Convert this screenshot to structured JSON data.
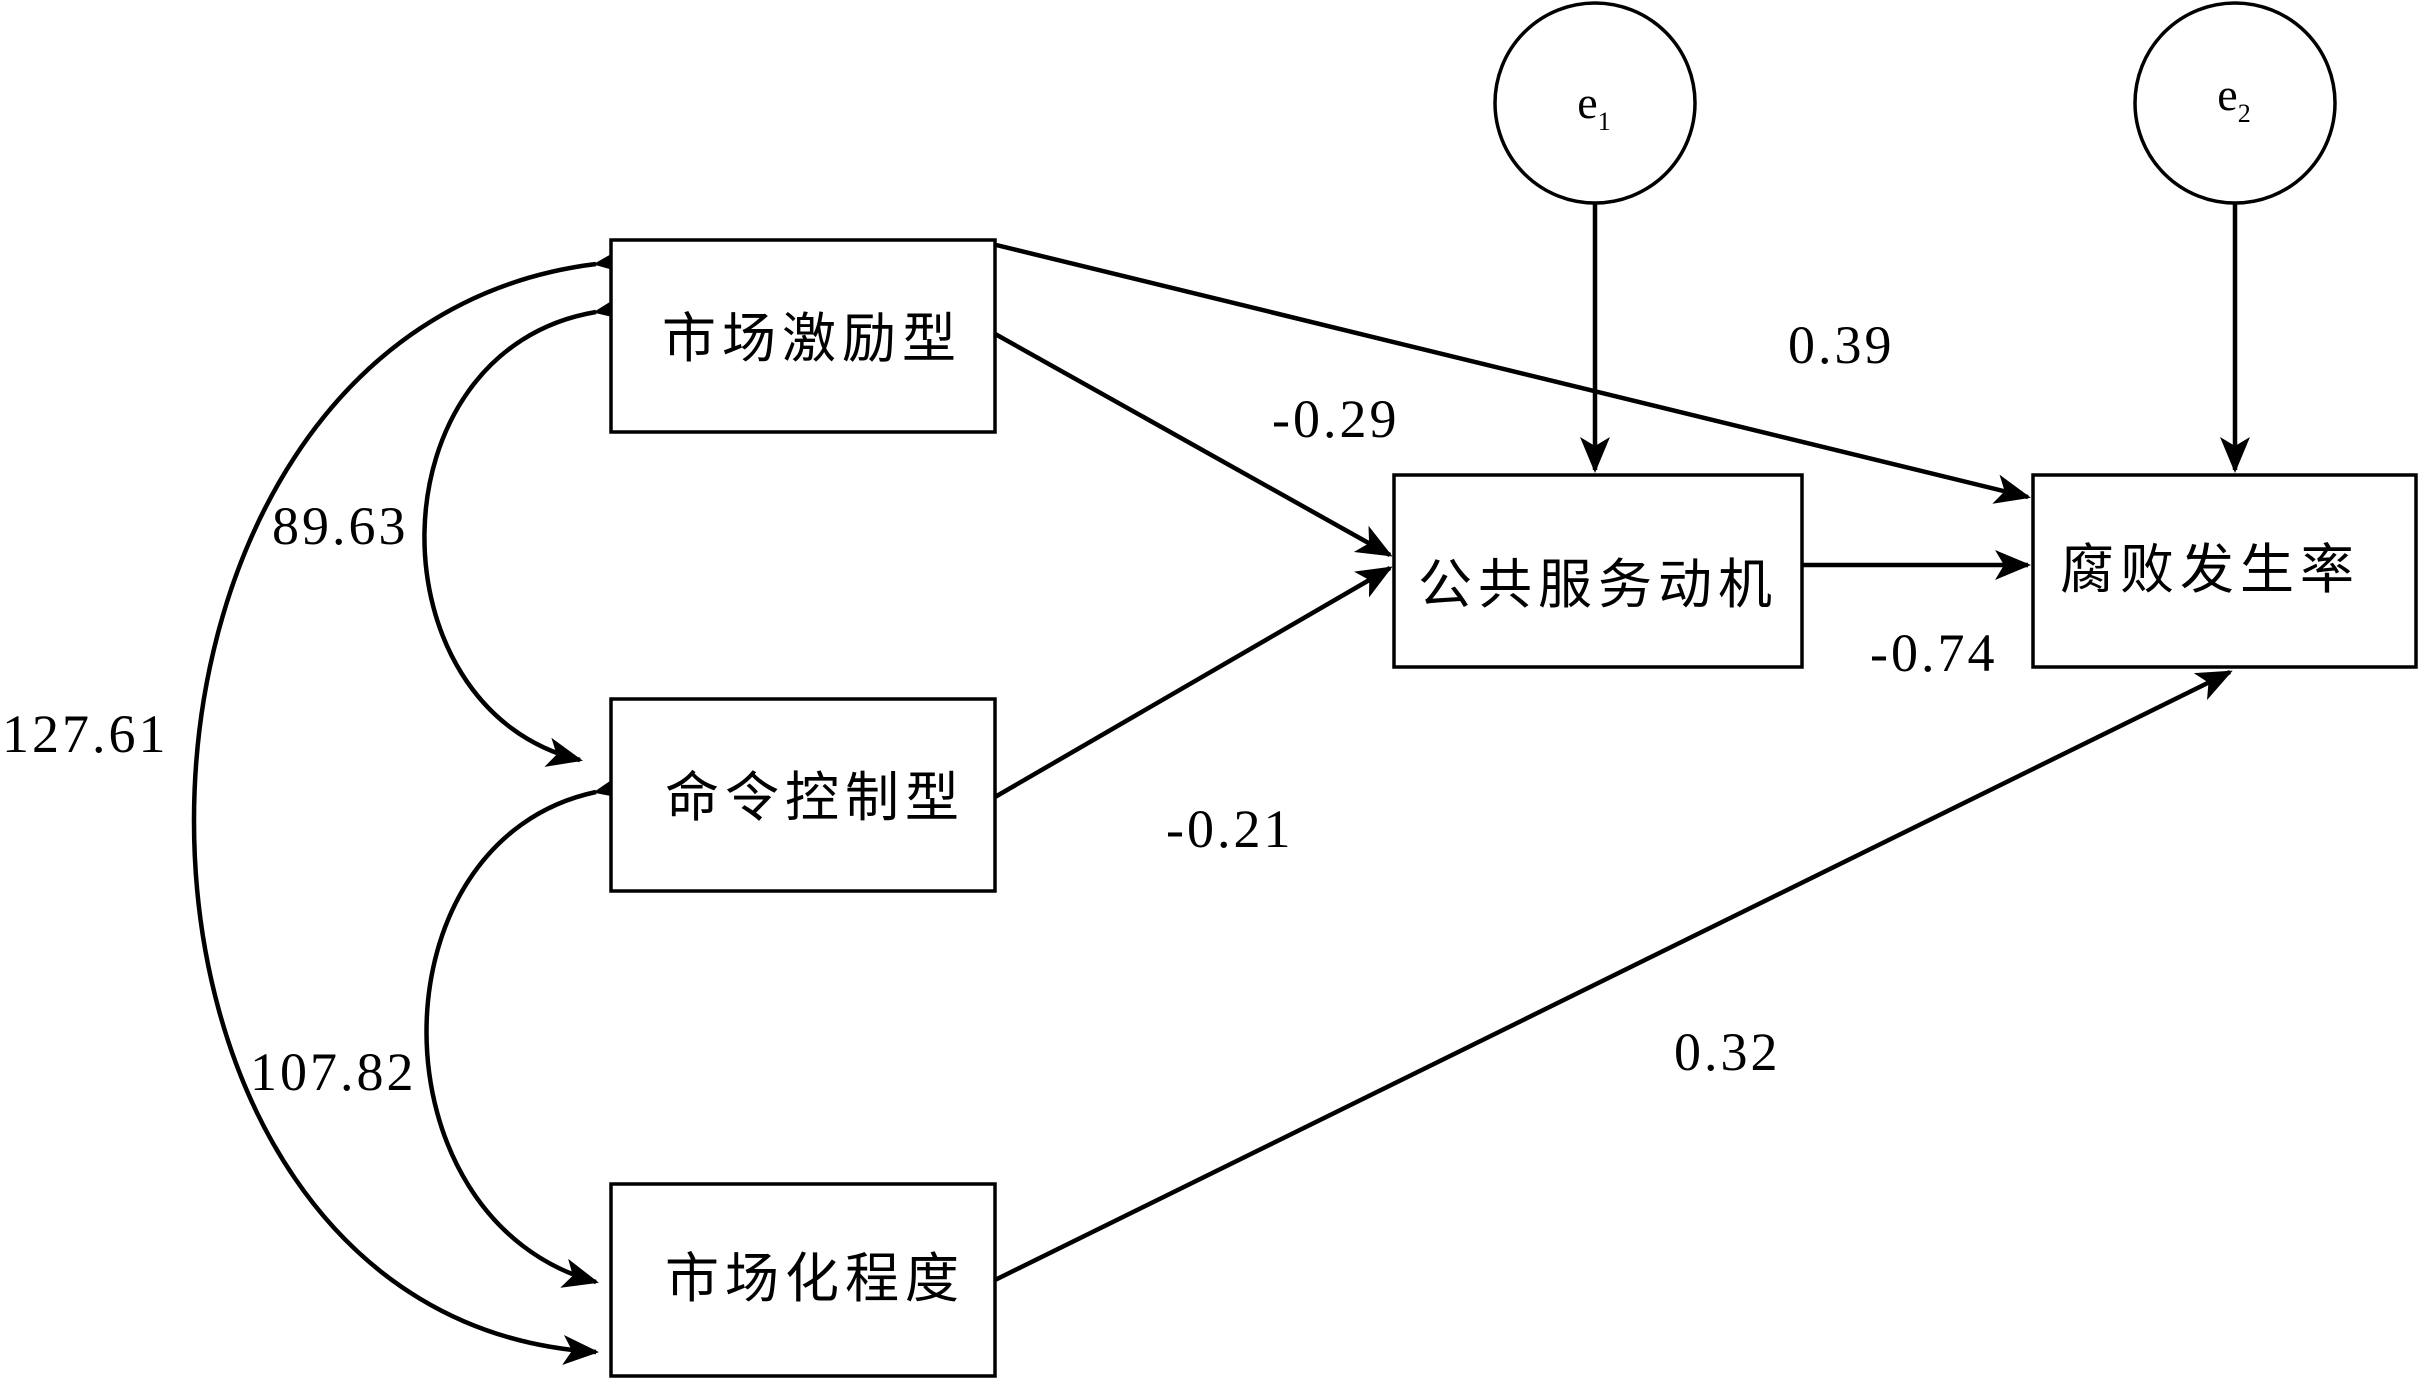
{
  "nodes": {
    "market_incentive": "市场激励型",
    "command_control": "命令控制型",
    "marketization": "市场化程度",
    "public_service_motivation": "公共服务动机",
    "corruption_rate": "腐败发生率"
  },
  "errors": {
    "e1": {
      "letter": "e",
      "subscript": "1"
    },
    "e2": {
      "letter": "e",
      "subscript": "2"
    }
  },
  "covariances": {
    "market_incentive__command_control": "89.63",
    "market_incentive__marketization": "127.61",
    "command_control__marketization": "107.82"
  },
  "path_coefficients": {
    "market_incentive__corruption_rate": "0.39",
    "market_incentive__public_service_motivation": "-0.29",
    "command_control__public_service_motivation": "-0.21",
    "public_service_motivation__corruption_rate": "-0.74",
    "marketization__corruption_rate": "0.32"
  }
}
